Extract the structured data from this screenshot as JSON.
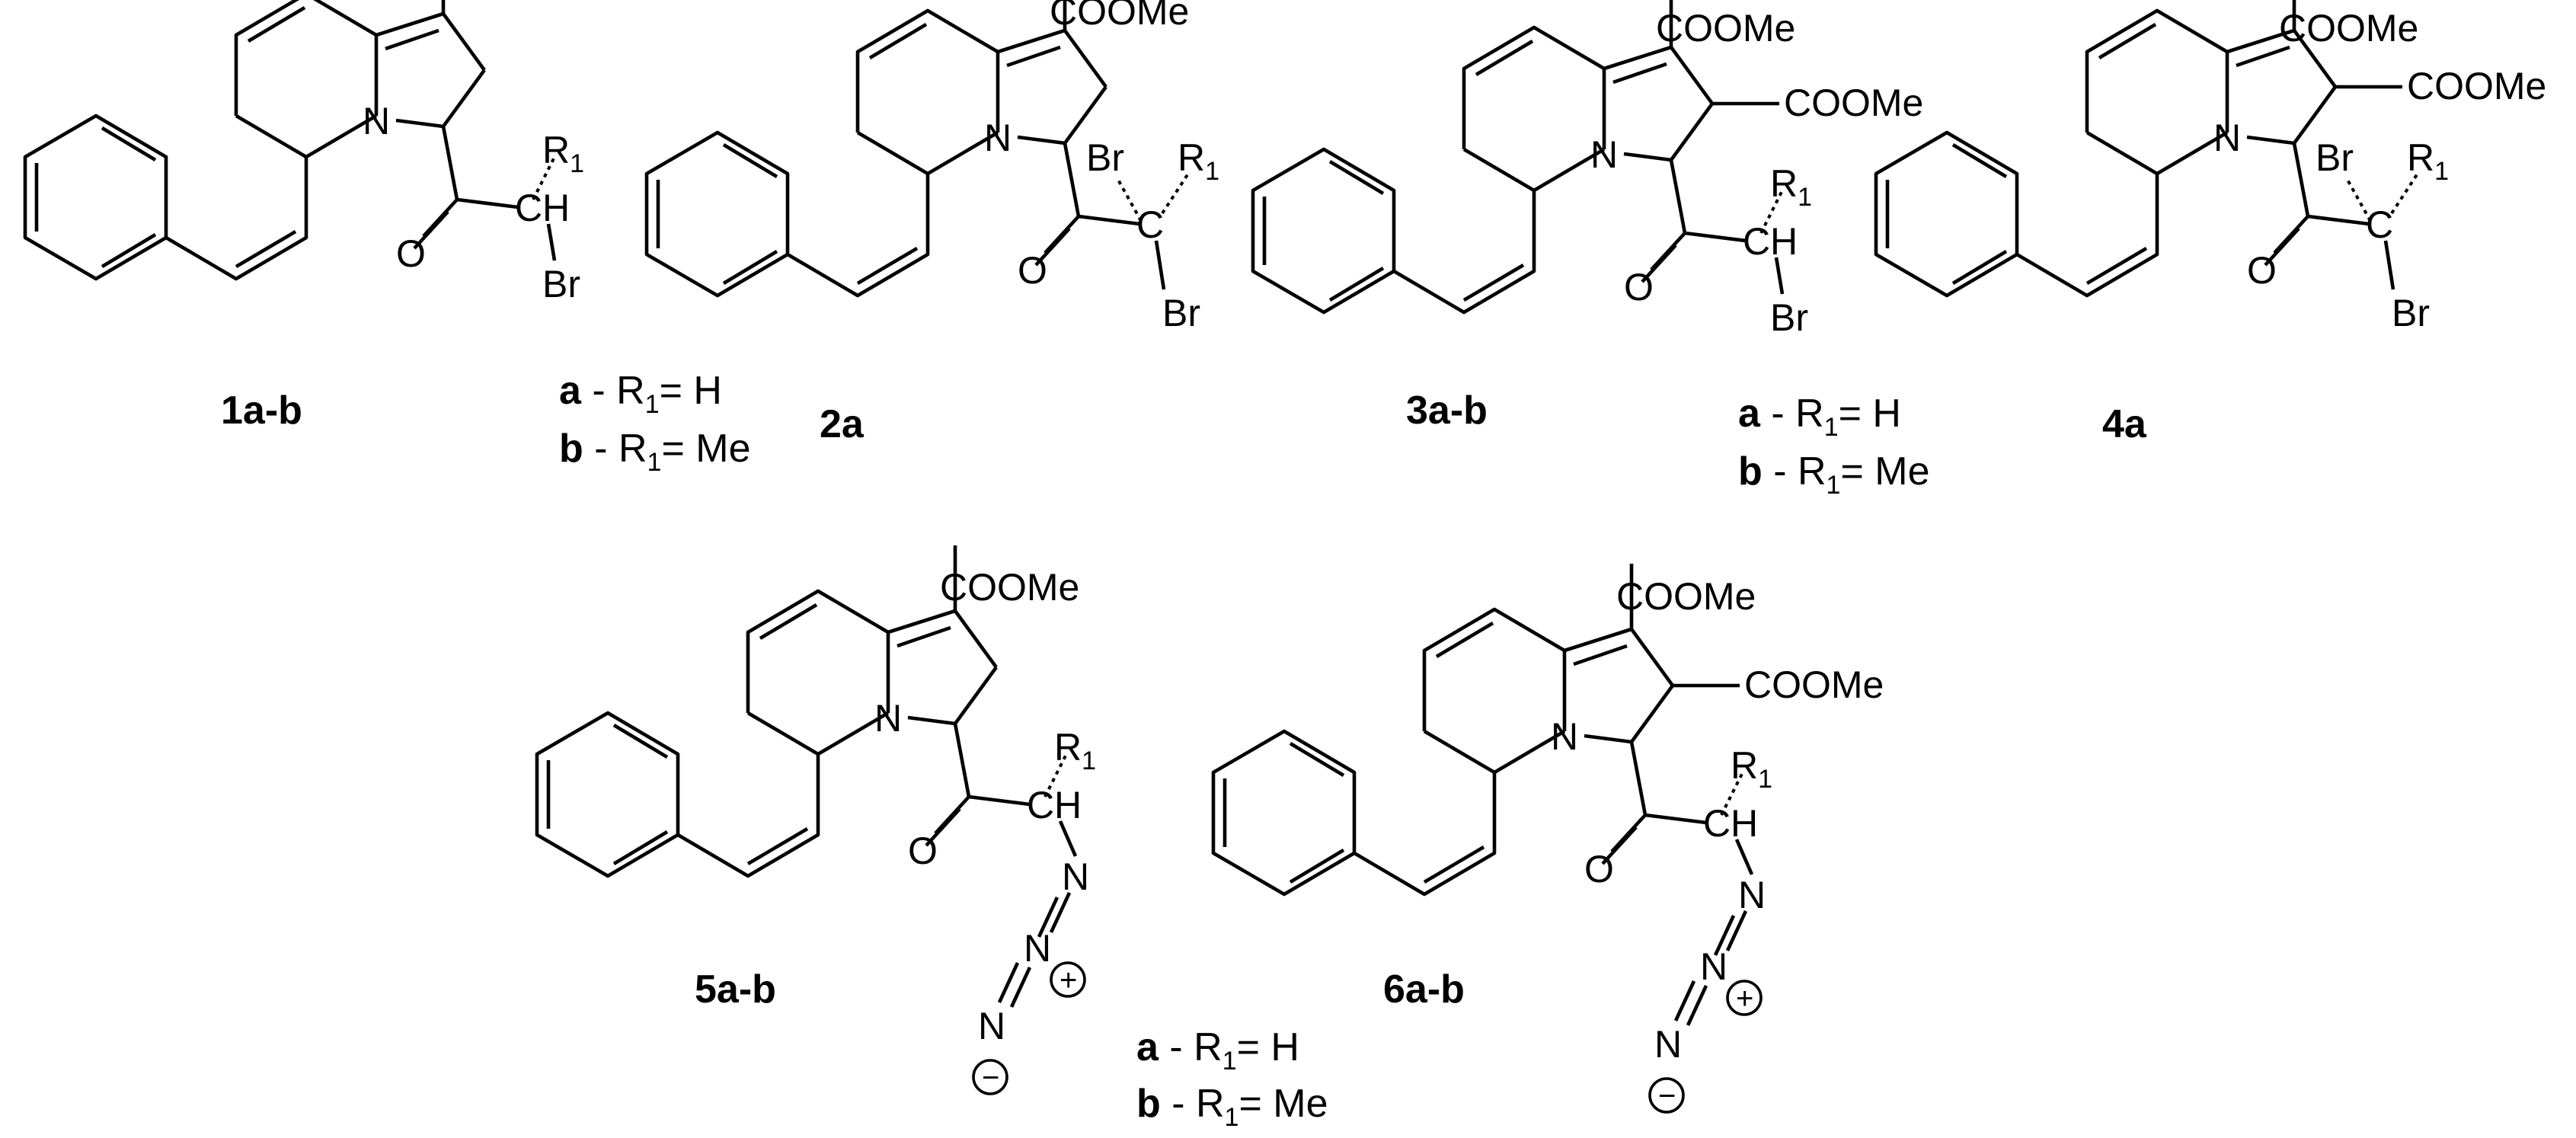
{
  "atoms": {
    "ester": "COOMe",
    "nitrogen": "N",
    "oxygen": "O",
    "bromine": "Br",
    "carbon": "C",
    "hydrogen": "H",
    "r_group": "R",
    "r_index": "1",
    "plus": "+",
    "minus": "−"
  },
  "compounds": [
    {
      "id": "1a-b"
    },
    {
      "id": "2a"
    },
    {
      "id": "3a-b"
    },
    {
      "id": "4a"
    },
    {
      "id": "5a-b"
    },
    {
      "id": "6a-b"
    }
  ],
  "variants": {
    "a": {
      "letter": "a",
      "text_pre": " - R",
      "text_post": "= H"
    },
    "b": {
      "letter": "b",
      "text_pre": " - R",
      "text_post": "= Me"
    }
  }
}
